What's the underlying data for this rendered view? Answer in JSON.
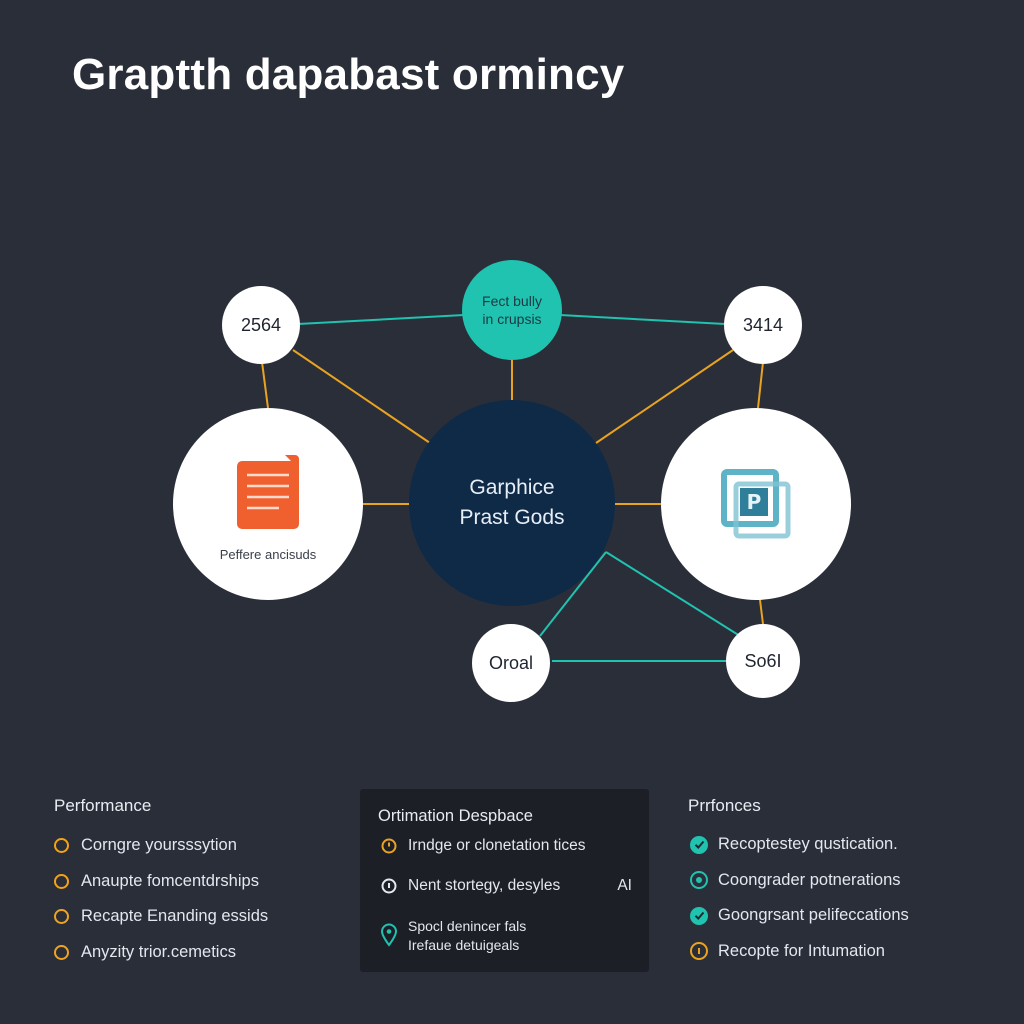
{
  "title": "Graptth dapabast ormincy",
  "graph": {
    "center": {
      "line1": "Garphice",
      "line2": "Prast Gods"
    },
    "teal": {
      "line1": "Fect bully",
      "line2": "in crupsis"
    },
    "top_left_value": "2564",
    "top_right_value": "3414",
    "left_card_label": "Peffere ancisuds",
    "right_card_icon_letter": "P",
    "bottom_left_value": "Oroal",
    "bottom_right_value": "So6I"
  },
  "colors": {
    "teal": "#20c2b0",
    "amber": "#e9a321",
    "orange": "#f0602f",
    "navy": "#0f2a47"
  },
  "left_panel": {
    "title": "Performance",
    "items": [
      "Corngre yoursssytion",
      "Anaupte fomcentdrships",
      "Recapte Enanding essids",
      "Anyzity trior.cemetics"
    ]
  },
  "center_panel": {
    "title": "Ortimation Despbace",
    "row1": "Irndge or clonetation tices",
    "row2_text": "Nent stortegy, desyles",
    "row2_tag": "AI",
    "row3_line1": "Spocl denincer fals",
    "row3_line2": "Irefaue detuigeals"
  },
  "right_panel": {
    "title": "Prrfonces",
    "items": [
      {
        "label": "Recoptestey qustication.",
        "icon": "check-icon"
      },
      {
        "label": "Coongrader potnerations",
        "icon": "ring-icon"
      },
      {
        "label": "Goongrsant pelifeccations",
        "icon": "check-icon"
      },
      {
        "label": "Recopte for Intumation",
        "icon": "clock-icon"
      }
    ]
  }
}
